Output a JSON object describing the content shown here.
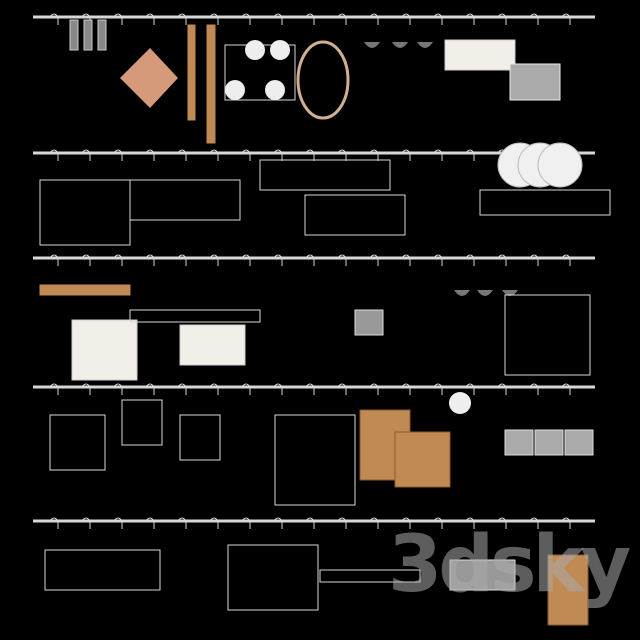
{
  "scene": {
    "background_color": "#000000",
    "rail_color": "#d8d8d8",
    "wood_color": "#c08a55",
    "towel_color": "#f2efe8",
    "rail_count": 5
  },
  "watermark": {
    "text": "3dsky",
    "type": "logo"
  }
}
